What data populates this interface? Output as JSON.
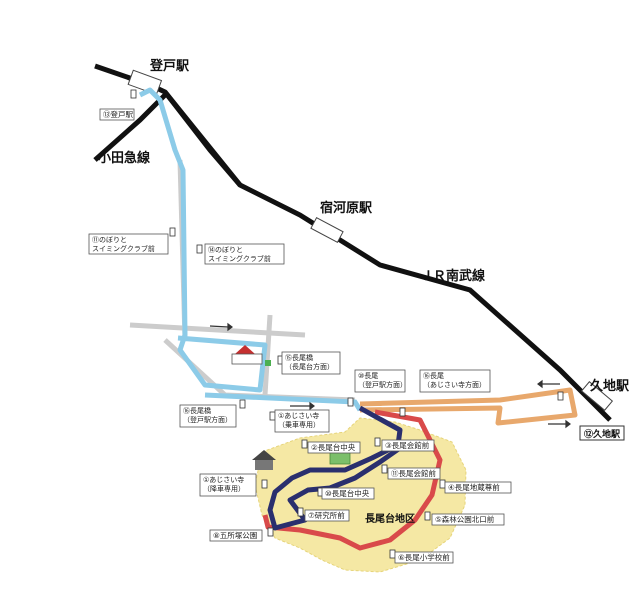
{
  "stations": {
    "noborito": "登戸駅",
    "shukugawara": "宿河原駅",
    "kuji": "久地駅"
  },
  "lines": {
    "odakyu": "小田急線",
    "nambu": "ＪＲ南武線"
  },
  "district": "長尾台地区",
  "terminal_box": "⑫久地駅",
  "stops": [
    "⑬登戸駅",
    "⑪のぼりと\nスイミングクラブ前",
    "⑭のぼりと\nスイミングクラブ前",
    "⑮長尾橋\n（長尾台方面）",
    "⑩長尾\n（登戸駅方面）",
    "⑯長尾\n（あじさい寺方面）",
    "⑯長尾橋\n（登戸駅方面）",
    "①あじさい寺\n（乗車専用）",
    "②長尾台中央",
    "③長尾会館前",
    "①あじさい寺\n（降車専用）",
    "⑪長尾会館前",
    "⑩長尾台中央",
    "④長尾地蔵尊前",
    "⑦研究所前",
    "⑤森林公園北口前",
    "⑧五所塚公園",
    "⑥長尾小学校前"
  ],
  "colors": {
    "route_blue": "#8ccbe8",
    "route_navy": "#2a2f6e",
    "route_red": "#d94a4a",
    "route_orange": "#e8a86c",
    "district_fill": "#f5e8a4",
    "rail": "#111111"
  }
}
